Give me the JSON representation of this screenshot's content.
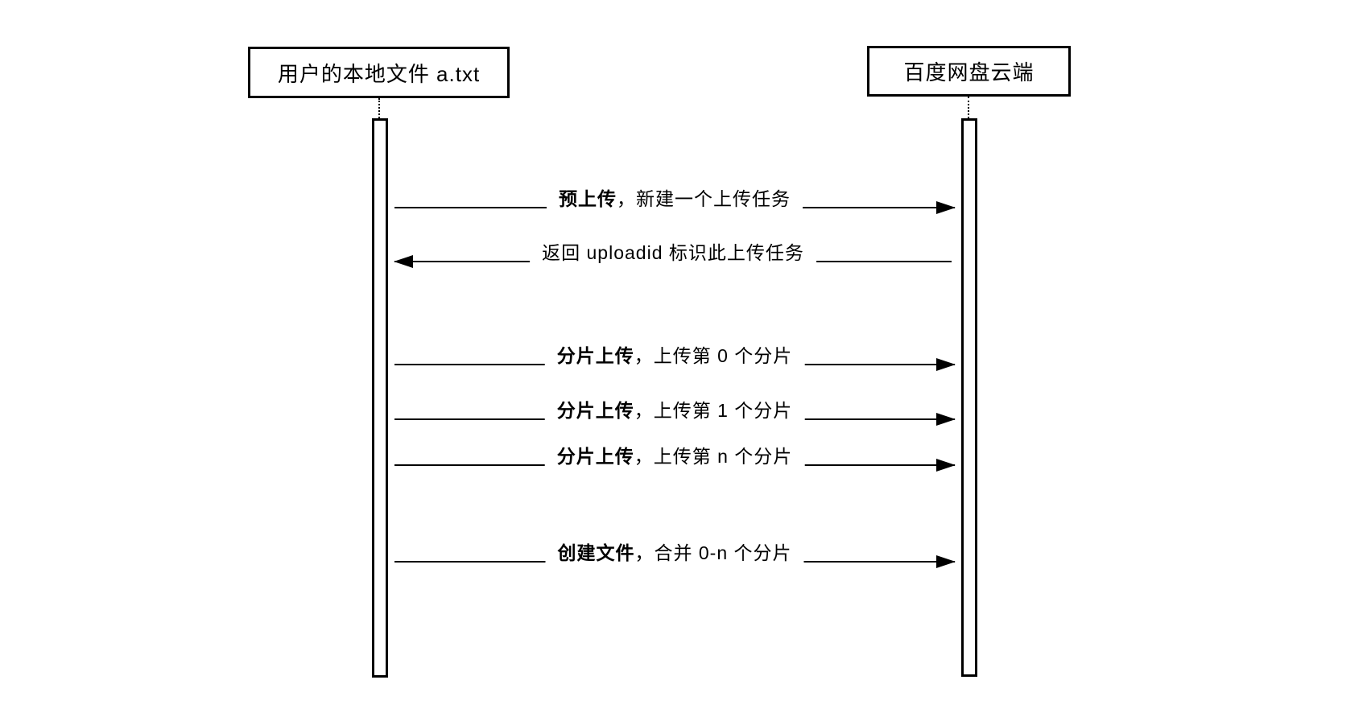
{
  "diagram": {
    "type": "sequence",
    "colors": {
      "line": "#000000",
      "background": "#ffffff",
      "text": "#000000"
    },
    "actors": [
      {
        "id": "local-file",
        "label": "用户的本地文件 a.txt"
      },
      {
        "id": "cloud",
        "label": "百度网盘云端"
      }
    ],
    "messages": [
      {
        "from": "local-file",
        "to": "cloud",
        "direction": "right",
        "bold": "预上传",
        "rest": "，新建一个上传任务"
      },
      {
        "from": "cloud",
        "to": "local-file",
        "direction": "left",
        "bold": "",
        "rest": "返回 uploadid 标识此上传任务"
      },
      {
        "from": "local-file",
        "to": "cloud",
        "direction": "right",
        "bold": "分片上传",
        "rest": "，上传第 0 个分片"
      },
      {
        "from": "local-file",
        "to": "cloud",
        "direction": "right",
        "bold": "分片上传",
        "rest": "，上传第 1 个分片"
      },
      {
        "from": "local-file",
        "to": "cloud",
        "direction": "right",
        "bold": "分片上传",
        "rest": "，上传第 n 个分片"
      },
      {
        "from": "local-file",
        "to": "cloud",
        "direction": "right",
        "bold": "创建文件",
        "rest": "，合并 0-n 个分片"
      }
    ]
  }
}
